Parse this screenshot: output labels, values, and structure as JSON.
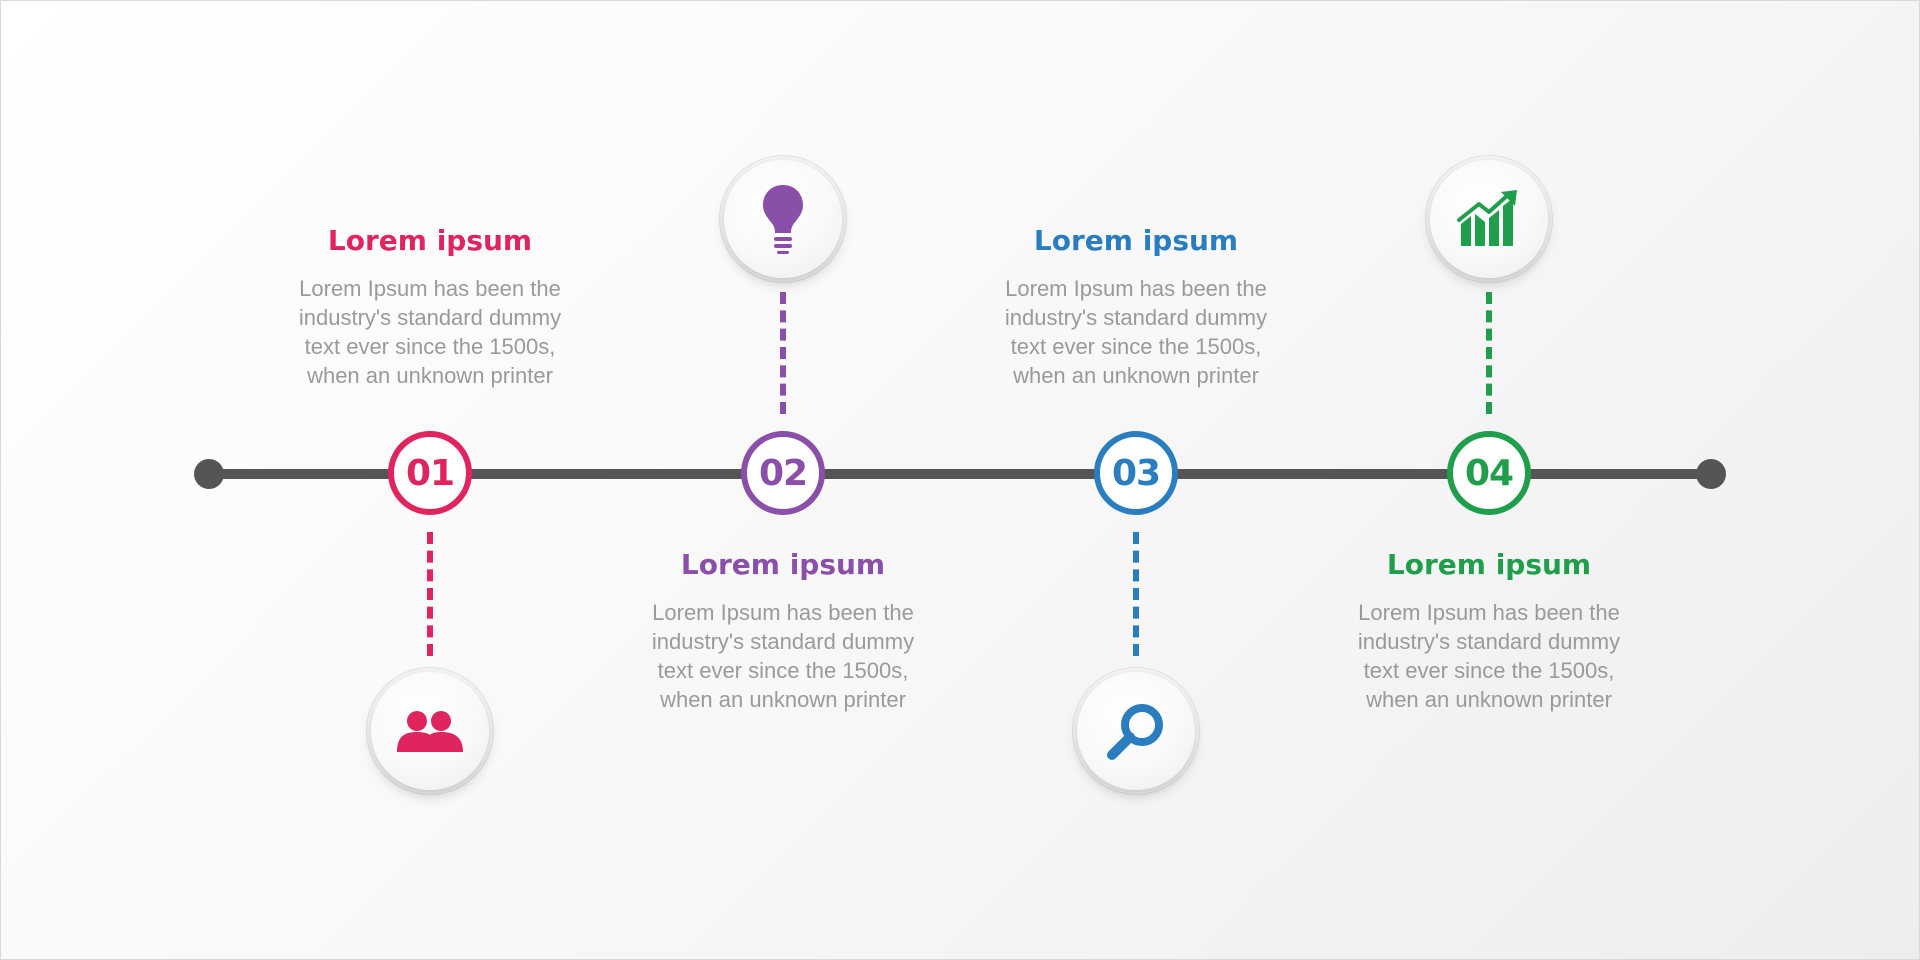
{
  "steps": [
    {
      "number": "01",
      "title": "Lorem ipsum",
      "description": "Lorem Ipsum has been the industry's standard dummy text ever since the 1500s, when an unknown printer",
      "color": "#e0245e",
      "icon": "users-icon"
    },
    {
      "number": "02",
      "title": "Lorem ipsum",
      "description": "Lorem Ipsum has been the industry's standard dummy text ever since the 1500s, when an unknown printer",
      "color": "#8a4fa8",
      "icon": "lightbulb-icon"
    },
    {
      "number": "03",
      "title": "Lorem ipsum",
      "description": "Lorem Ipsum has been the industry's standard dummy text ever since the 1500s, when an unknown printer",
      "color": "#2a7ec0",
      "icon": "search-icon"
    },
    {
      "number": "04",
      "title": "Lorem ipsum",
      "description": "Lorem Ipsum has been the industry's standard dummy text ever since the 1500s, when an unknown printer",
      "color": "#1f9e4b",
      "icon": "growth-chart-icon"
    }
  ],
  "colors": {
    "axis": "#555557",
    "text_muted": "#9a9a9c",
    "background": "#f5f5f6"
  }
}
